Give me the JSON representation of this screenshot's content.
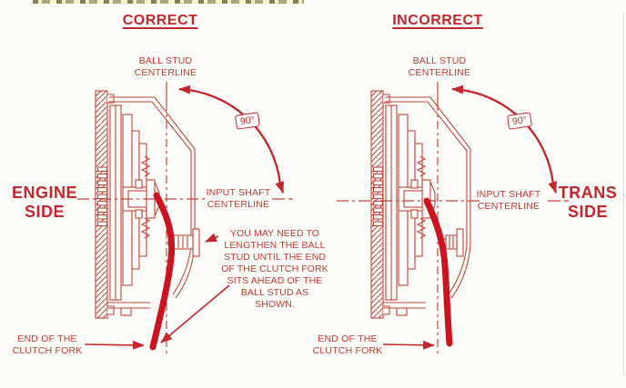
{
  "colors": {
    "background": "#fdfcf8",
    "text_red": "#c1272c",
    "line_red": "#c1453c",
    "fork_red": "#cc1420"
  },
  "headings": {
    "left": "CORRECT",
    "right": "INCORRECT"
  },
  "left_diagram": {
    "ball_stud": [
      "BALL STUD",
      "CENTERLINE"
    ],
    "input_shaft": [
      "INPUT SHAFT",
      "CENTERLINE"
    ],
    "angle": "90°",
    "side": [
      "ENGINE",
      "SIDE"
    ],
    "fork_end": [
      "END OF THE",
      "CLUTCH FORK"
    ]
  },
  "right_diagram": {
    "ball_stud": [
      "BALL STUD",
      "CENTERLINE"
    ],
    "input_shaft": [
      "INPUT SHAFT",
      "CENTERLINE"
    ],
    "angle": "90°",
    "side": [
      "TRANS",
      "SIDE"
    ],
    "fork_end": [
      "END OF THE",
      "CLUTCH FORK"
    ]
  },
  "note": {
    "lines": [
      "YOU MAY NEED TO",
      "LENGTHEN THE BALL",
      "STUD UNTIL THE END",
      "OF THE CLUTCH FORK",
      "SITS AHEAD OF THE",
      "BALL STUD AS",
      "SHOWN."
    ]
  }
}
